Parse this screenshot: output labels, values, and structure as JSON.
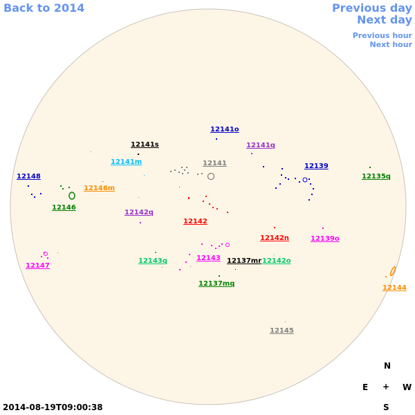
{
  "nav": {
    "back": "Back to 2014",
    "previous_day": "Previous day",
    "next_day": "Next day",
    "previous_hour": "Previous hour",
    "next_hour": "Next hour"
  },
  "colors": {
    "nav": "#6495ed",
    "disk_fill": "#fdf5e6",
    "disk_stroke": "#c9c2b8"
  },
  "regions": [
    {
      "label": "12141o",
      "color": "#0000cd"
    },
    {
      "label": "12141s",
      "color": "#000000"
    },
    {
      "label": "12141q",
      "color": "#9932cc"
    },
    {
      "label": "12141m",
      "color": "#00bfff"
    },
    {
      "label": "12141",
      "color": "#808080"
    },
    {
      "label": "12139",
      "color": "#0000cd"
    },
    {
      "label": "12148",
      "color": "#0000cd"
    },
    {
      "label": "12146m",
      "color": "#ff8c00"
    },
    {
      "label": "12135q",
      "color": "#008000"
    },
    {
      "label": "12146",
      "color": "#008000"
    },
    {
      "label": "12142q",
      "color": "#9932cc"
    },
    {
      "label": "12142",
      "color": "#ff0000"
    },
    {
      "label": "12142n",
      "color": "#ff0000"
    },
    {
      "label": "12139o",
      "color": "#ff00ff"
    },
    {
      "label": "12147",
      "color": "#ff00ff"
    },
    {
      "label": "12143q",
      "color": "#00cc66"
    },
    {
      "label": "12143",
      "color": "#ff00ff"
    },
    {
      "label": "12137mr",
      "color": "#000000"
    },
    {
      "label": "12142o",
      "color": "#00cc66"
    },
    {
      "label": "12137mq",
      "color": "#008000"
    },
    {
      "label": "12144",
      "color": "#ff8c00"
    },
    {
      "label": "12145",
      "color": "#808080"
    }
  ],
  "compass": {
    "north": "N",
    "south": "S",
    "east": "E",
    "west": "W",
    "center": "+"
  },
  "timestamp": "2014-08-19T09:00:38"
}
